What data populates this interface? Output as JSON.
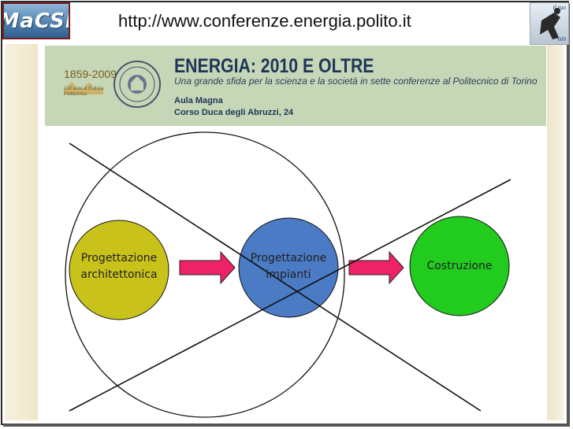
{
  "header": {
    "logo_left_text": "MaCSI",
    "url": "http://www.conferenze.energia.polito.it",
    "logo_right_top": "il tuo",
    "logo_right_bottom": "600"
  },
  "banner": {
    "years": "1859-2009",
    "years_sub": "150 anni di Cultura Politecnica",
    "title": "ENERGIA: 2010 E OLTRE",
    "subtitle": "Una grande sfida per la scienza e la società in sette conferenze al Politecnico di Torino",
    "place_line1": "Aula Magna",
    "place_line2": "Corso Duca degli Abruzzi, 24"
  },
  "diagram": {
    "nodes": [
      {
        "line1": "Progettazione",
        "line2": "architettonica",
        "color": "#c9c21a"
      },
      {
        "line1": "Progettazione",
        "line2": "impianti",
        "color": "#4a7bc4"
      },
      {
        "line1": "Costruzione",
        "line2": "",
        "color": "#22cc1f"
      }
    ],
    "arrow_color": "#ee2266"
  }
}
